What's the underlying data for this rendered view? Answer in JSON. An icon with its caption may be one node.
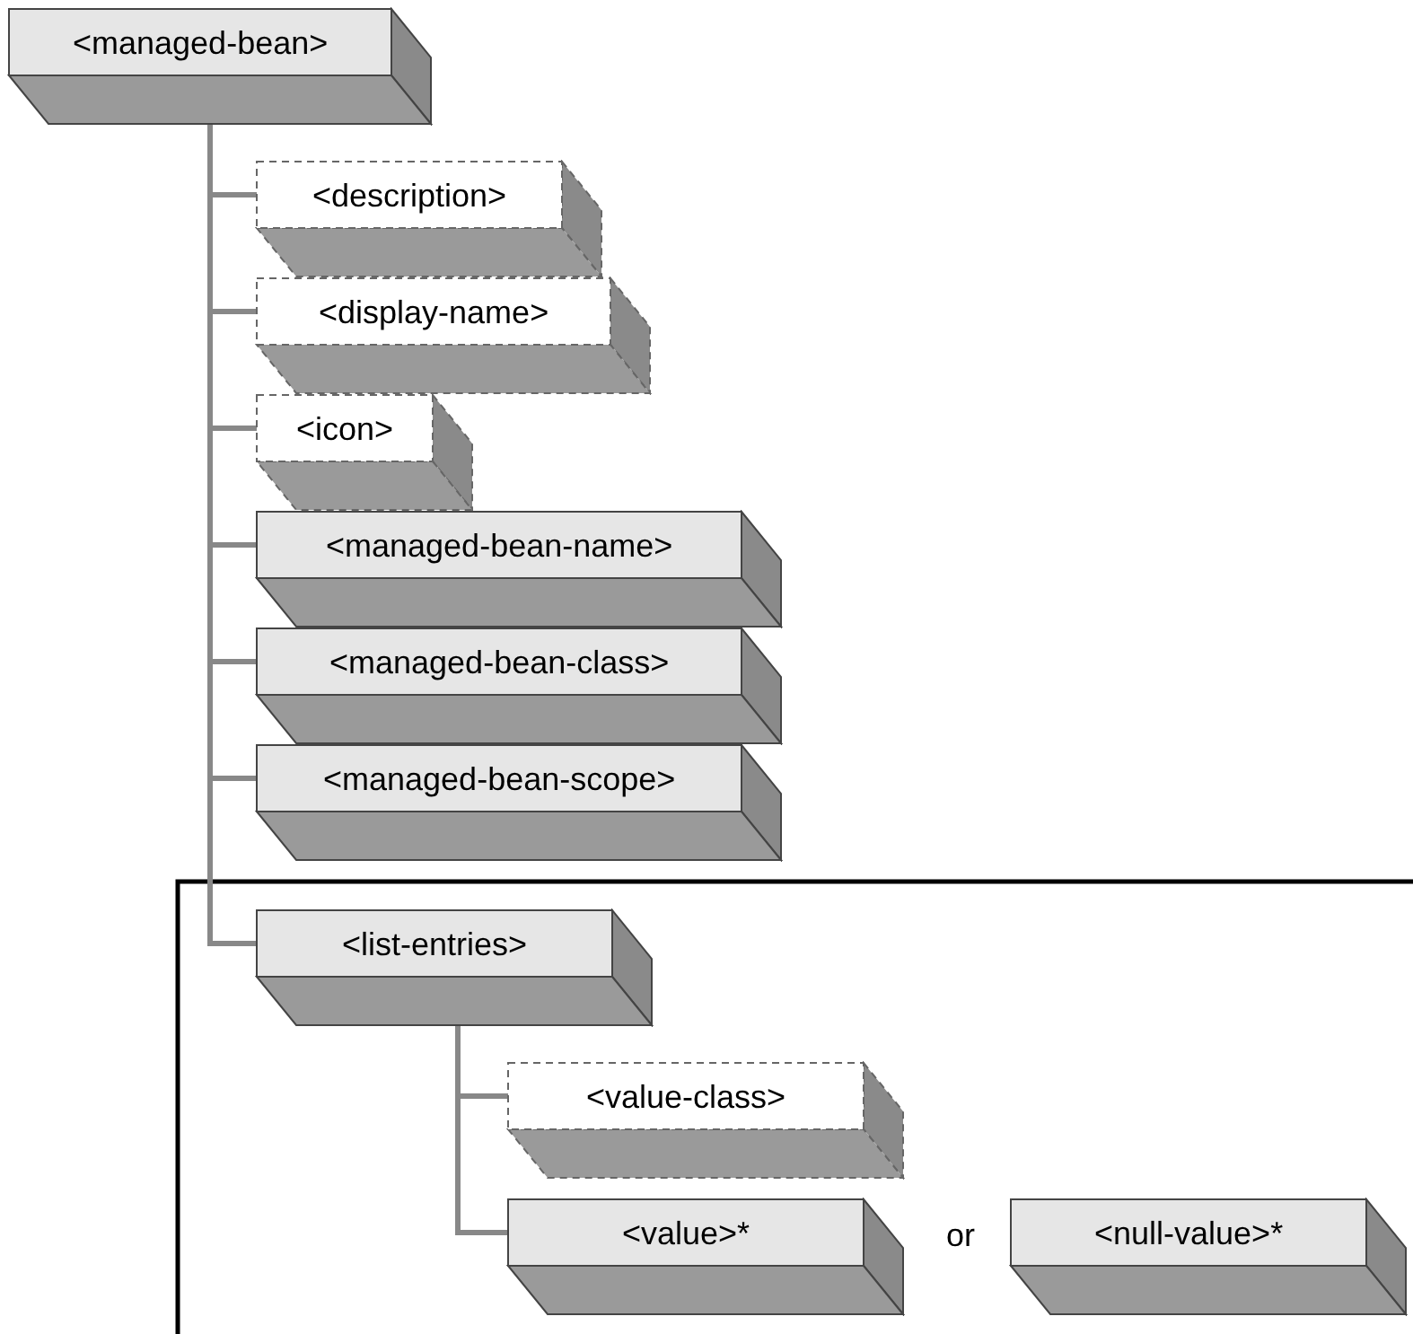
{
  "diagram": {
    "nodes": [
      {
        "text": [
          "<managed-bean>"
        ]
      },
      {
        "text": [
          "<description>"
        ]
      },
      {
        "text": [
          "<display-name>"
        ]
      },
      {
        "text": [
          "<icon>"
        ]
      },
      {
        "text": [
          "<managed-bean-name>"
        ]
      },
      {
        "text": [
          "<managed-bean-class>"
        ]
      },
      {
        "text": [
          "<managed-bean-scope>"
        ]
      },
      {
        "text": [
          "<list-entries>"
        ]
      },
      {
        "text": [
          "<value-class>"
        ]
      },
      {
        "text": [
          "<value>*"
        ]
      },
      {
        "text": [
          "<null-value>*"
        ]
      }
    ],
    "edges": [
      {
        "from": 0,
        "to": 1,
        "arrow": "none"
      },
      {
        "from": 0,
        "to": 2,
        "arrow": "none"
      },
      {
        "from": 0,
        "to": 3,
        "arrow": "none"
      },
      {
        "from": 0,
        "to": 4,
        "arrow": "none"
      },
      {
        "from": 0,
        "to": 5,
        "arrow": "none"
      },
      {
        "from": 0,
        "to": 6,
        "arrow": "none"
      },
      {
        "from": 0,
        "to": 7,
        "arrow": "none"
      },
      {
        "from": 7,
        "to": 8,
        "arrow": "none"
      },
      {
        "from": 7,
        "to": 9,
        "arrow": "none"
      }
    ],
    "labels": [
      "or"
    ]
  }
}
